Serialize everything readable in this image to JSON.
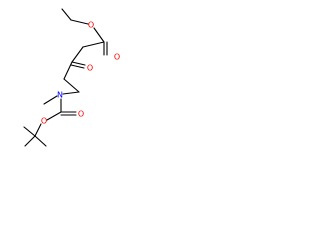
{
  "molecule": {
    "atoms": {
      "ester_oxygen": "O",
      "carbonyl_oxygen_ester": "O",
      "ketone_oxygen": "O",
      "nitrogen": "N",
      "carbamate_carbonyl_oxygen": "O",
      "carbamate_oxygen": "O"
    },
    "colors": {
      "bond": "#000000",
      "oxygen": "#ff0000",
      "nitrogen": "#0000ff"
    }
  }
}
